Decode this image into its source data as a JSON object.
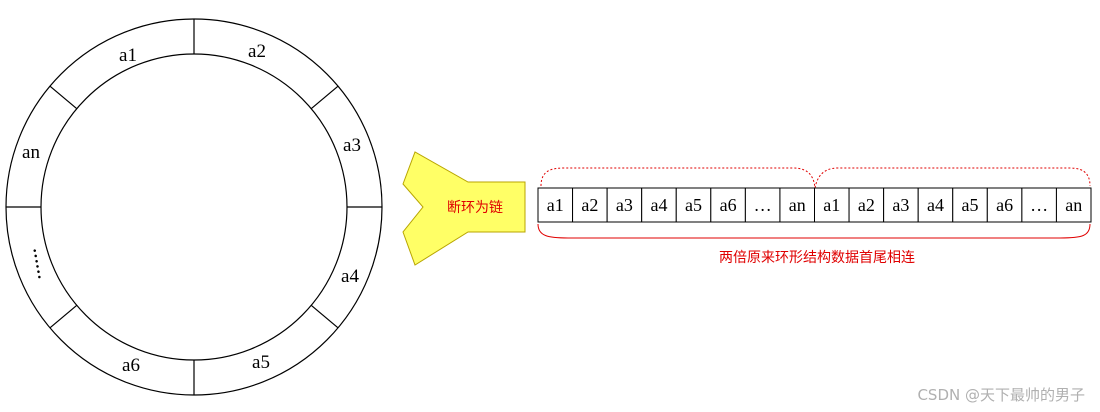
{
  "ring": {
    "top_left": "a1",
    "top_right": "a2",
    "right_upper": "a3",
    "right_lower": "a4",
    "bottom_right": "a5",
    "bottom_left": "a6",
    "left_upper": "an",
    "left_lower_ellipsis": "……"
  },
  "arrow_label": "断环为链",
  "array_cells": [
    "a1",
    "a2",
    "a3",
    "a4",
    "a5",
    "a6",
    "…",
    "an",
    "a1",
    "a2",
    "a3",
    "a4",
    "a5",
    "a6",
    "…",
    "an"
  ],
  "array_caption": "两倍原来环形结构数据首尾相连",
  "watermark": "CSDN @天下最帅的男子",
  "colors": {
    "stroke": "#000000",
    "red": "#e00000",
    "arrow_fill": "#ffff66",
    "arrow_stroke": "#b8a500",
    "watermark": "#b0b0b0"
  }
}
